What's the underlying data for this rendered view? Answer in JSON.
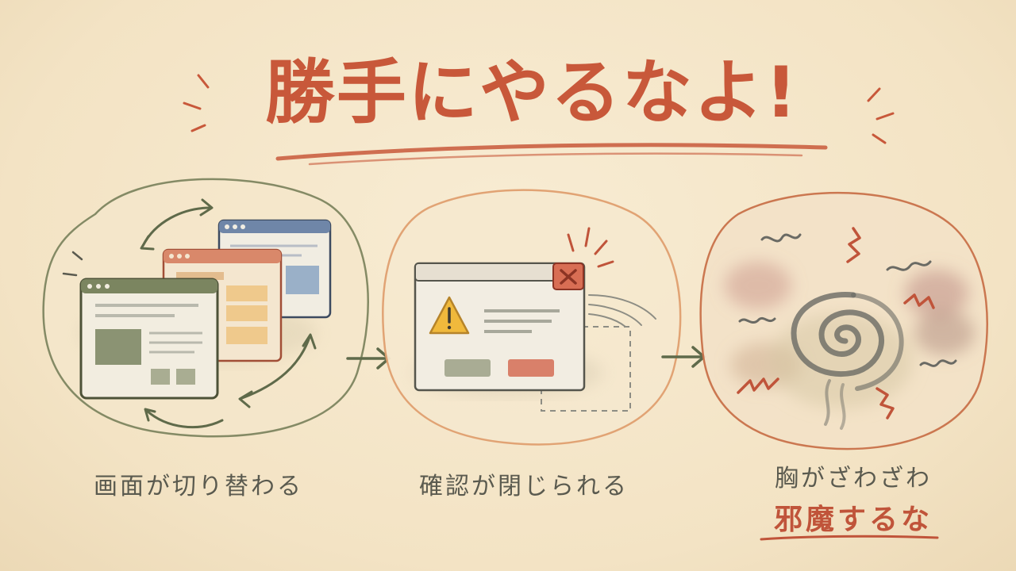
{
  "title": "勝手にやるなよ!",
  "panels": [
    {
      "caption": "画面が切り替わる"
    },
    {
      "caption": "確認が閉じられる"
    },
    {
      "caption_line1": "胸がざわざわ",
      "caption_line2": "邪魔するな"
    }
  ],
  "colors": {
    "title": "#c8583a",
    "panel1_outline": "#7f8660",
    "panel2_outline": "#e0a070",
    "panel3_outline": "#c9724a",
    "arrow": "#5f6a4a",
    "caption": "#5a5a4f",
    "accent_red": "#c0543a"
  },
  "icons": [
    "switch-arrows-icon",
    "warning-icon",
    "close-icon",
    "swirl-icon",
    "zigzag-icon"
  ]
}
